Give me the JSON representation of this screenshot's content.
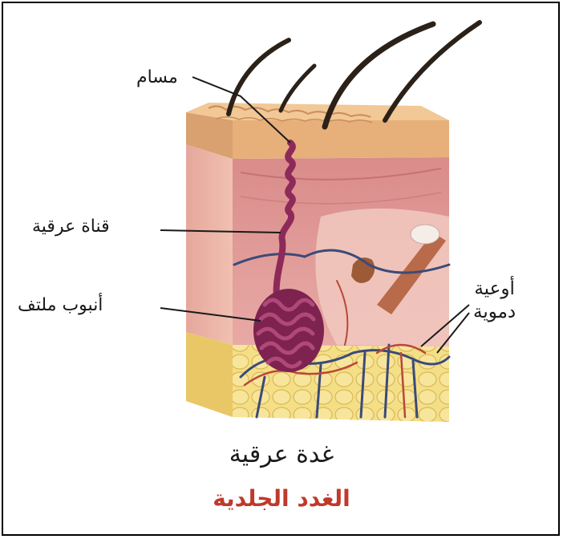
{
  "labels": {
    "pore": "مسام",
    "sweat_duct": "قناة عرقية",
    "coiled_tube": "أنبوب ملتف",
    "blood_vessels_line1": "أوعية",
    "blood_vessels_line2": "دموية"
  },
  "caption": "غدة عرقية",
  "title": "الغدد الجلدية",
  "colors": {
    "title": "#c0392b",
    "epidermis": "#e8b98a",
    "dermis": "#d98a8a",
    "fat": "#f2d675",
    "gland": "#8e2a5a",
    "hair": "#2b2118"
  }
}
